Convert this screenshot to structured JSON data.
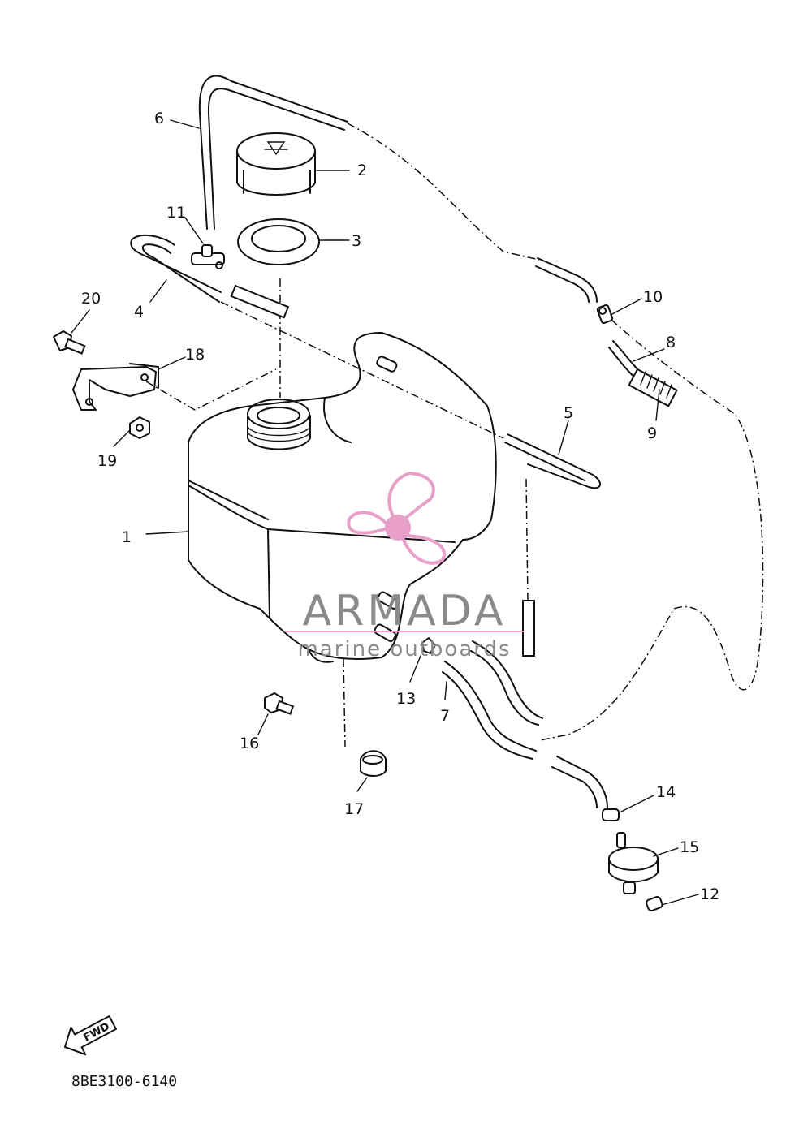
{
  "callouts": [
    {
      "id": "1",
      "label": "1"
    },
    {
      "id": "2",
      "label": "2"
    },
    {
      "id": "3",
      "label": "3"
    },
    {
      "id": "4",
      "label": "4"
    },
    {
      "id": "5",
      "label": "5"
    },
    {
      "id": "6",
      "label": "6"
    },
    {
      "id": "7",
      "label": "7"
    },
    {
      "id": "8",
      "label": "8"
    },
    {
      "id": "9",
      "label": "9"
    },
    {
      "id": "10",
      "label": "10"
    },
    {
      "id": "11",
      "label": "11"
    },
    {
      "id": "12",
      "label": "12"
    },
    {
      "id": "13",
      "label": "13"
    },
    {
      "id": "14",
      "label": "14"
    },
    {
      "id": "15",
      "label": "15"
    },
    {
      "id": "16",
      "label": "16"
    },
    {
      "id": "17",
      "label": "17"
    },
    {
      "id": "18",
      "label": "18"
    },
    {
      "id": "19",
      "label": "19"
    },
    {
      "id": "20",
      "label": "20"
    }
  ],
  "fwd_label": "FWD",
  "drawing_code": "8BE3100-6140",
  "watermark": {
    "brand": "ARMADA",
    "tagline": "marine outboards",
    "accent_color": "#e8a0c8",
    "text_color": "#8a8a8a"
  }
}
